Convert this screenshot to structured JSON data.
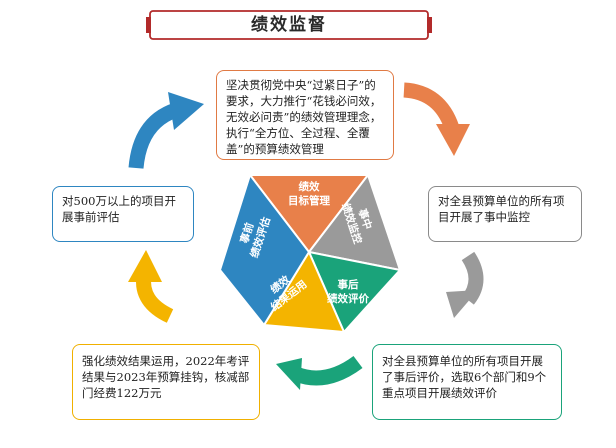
{
  "title": "绩效监督",
  "boxes": {
    "top": "坚决贯彻党中央“过紧日子”的要求，大力推行“花钱必问效，无效必问责”的绩效管理理念，执行“全方位、全过程、全覆盖”的预算绩效管理",
    "left": "对500万以上的项目开展事前评估",
    "right": "对全县预算单位的所有项目开展了事中监控",
    "bottom_left": "强化绩效结果运用，2022年考评结果与2023年预算挂钩，核减部门经费122万元",
    "bottom_right": "对全县预算单位的所有项目开展了事后评价，选取6个部门和9个重点项目开展绩效评价"
  },
  "segments": [
    {
      "line1": "绩效",
      "line2": "目标管理",
      "color": "#e8804a"
    },
    {
      "line1": "事中",
      "line2": "绩效监控",
      "color": "#9a9a9a"
    },
    {
      "line1": "事后",
      "line2": "绩效评价",
      "color": "#1aa37a"
    },
    {
      "line1": "绩效",
      "line2": "结果运用",
      "color": "#f4b400"
    },
    {
      "line1": "事前",
      "line2": "绩效评估",
      "color": "#2e86c1"
    }
  ],
  "arrow_colors": [
    "#e8804a",
    "#9a9a9a",
    "#1aa37a",
    "#f4b400",
    "#2e86c1"
  ],
  "frame_color": "#b22a2a"
}
